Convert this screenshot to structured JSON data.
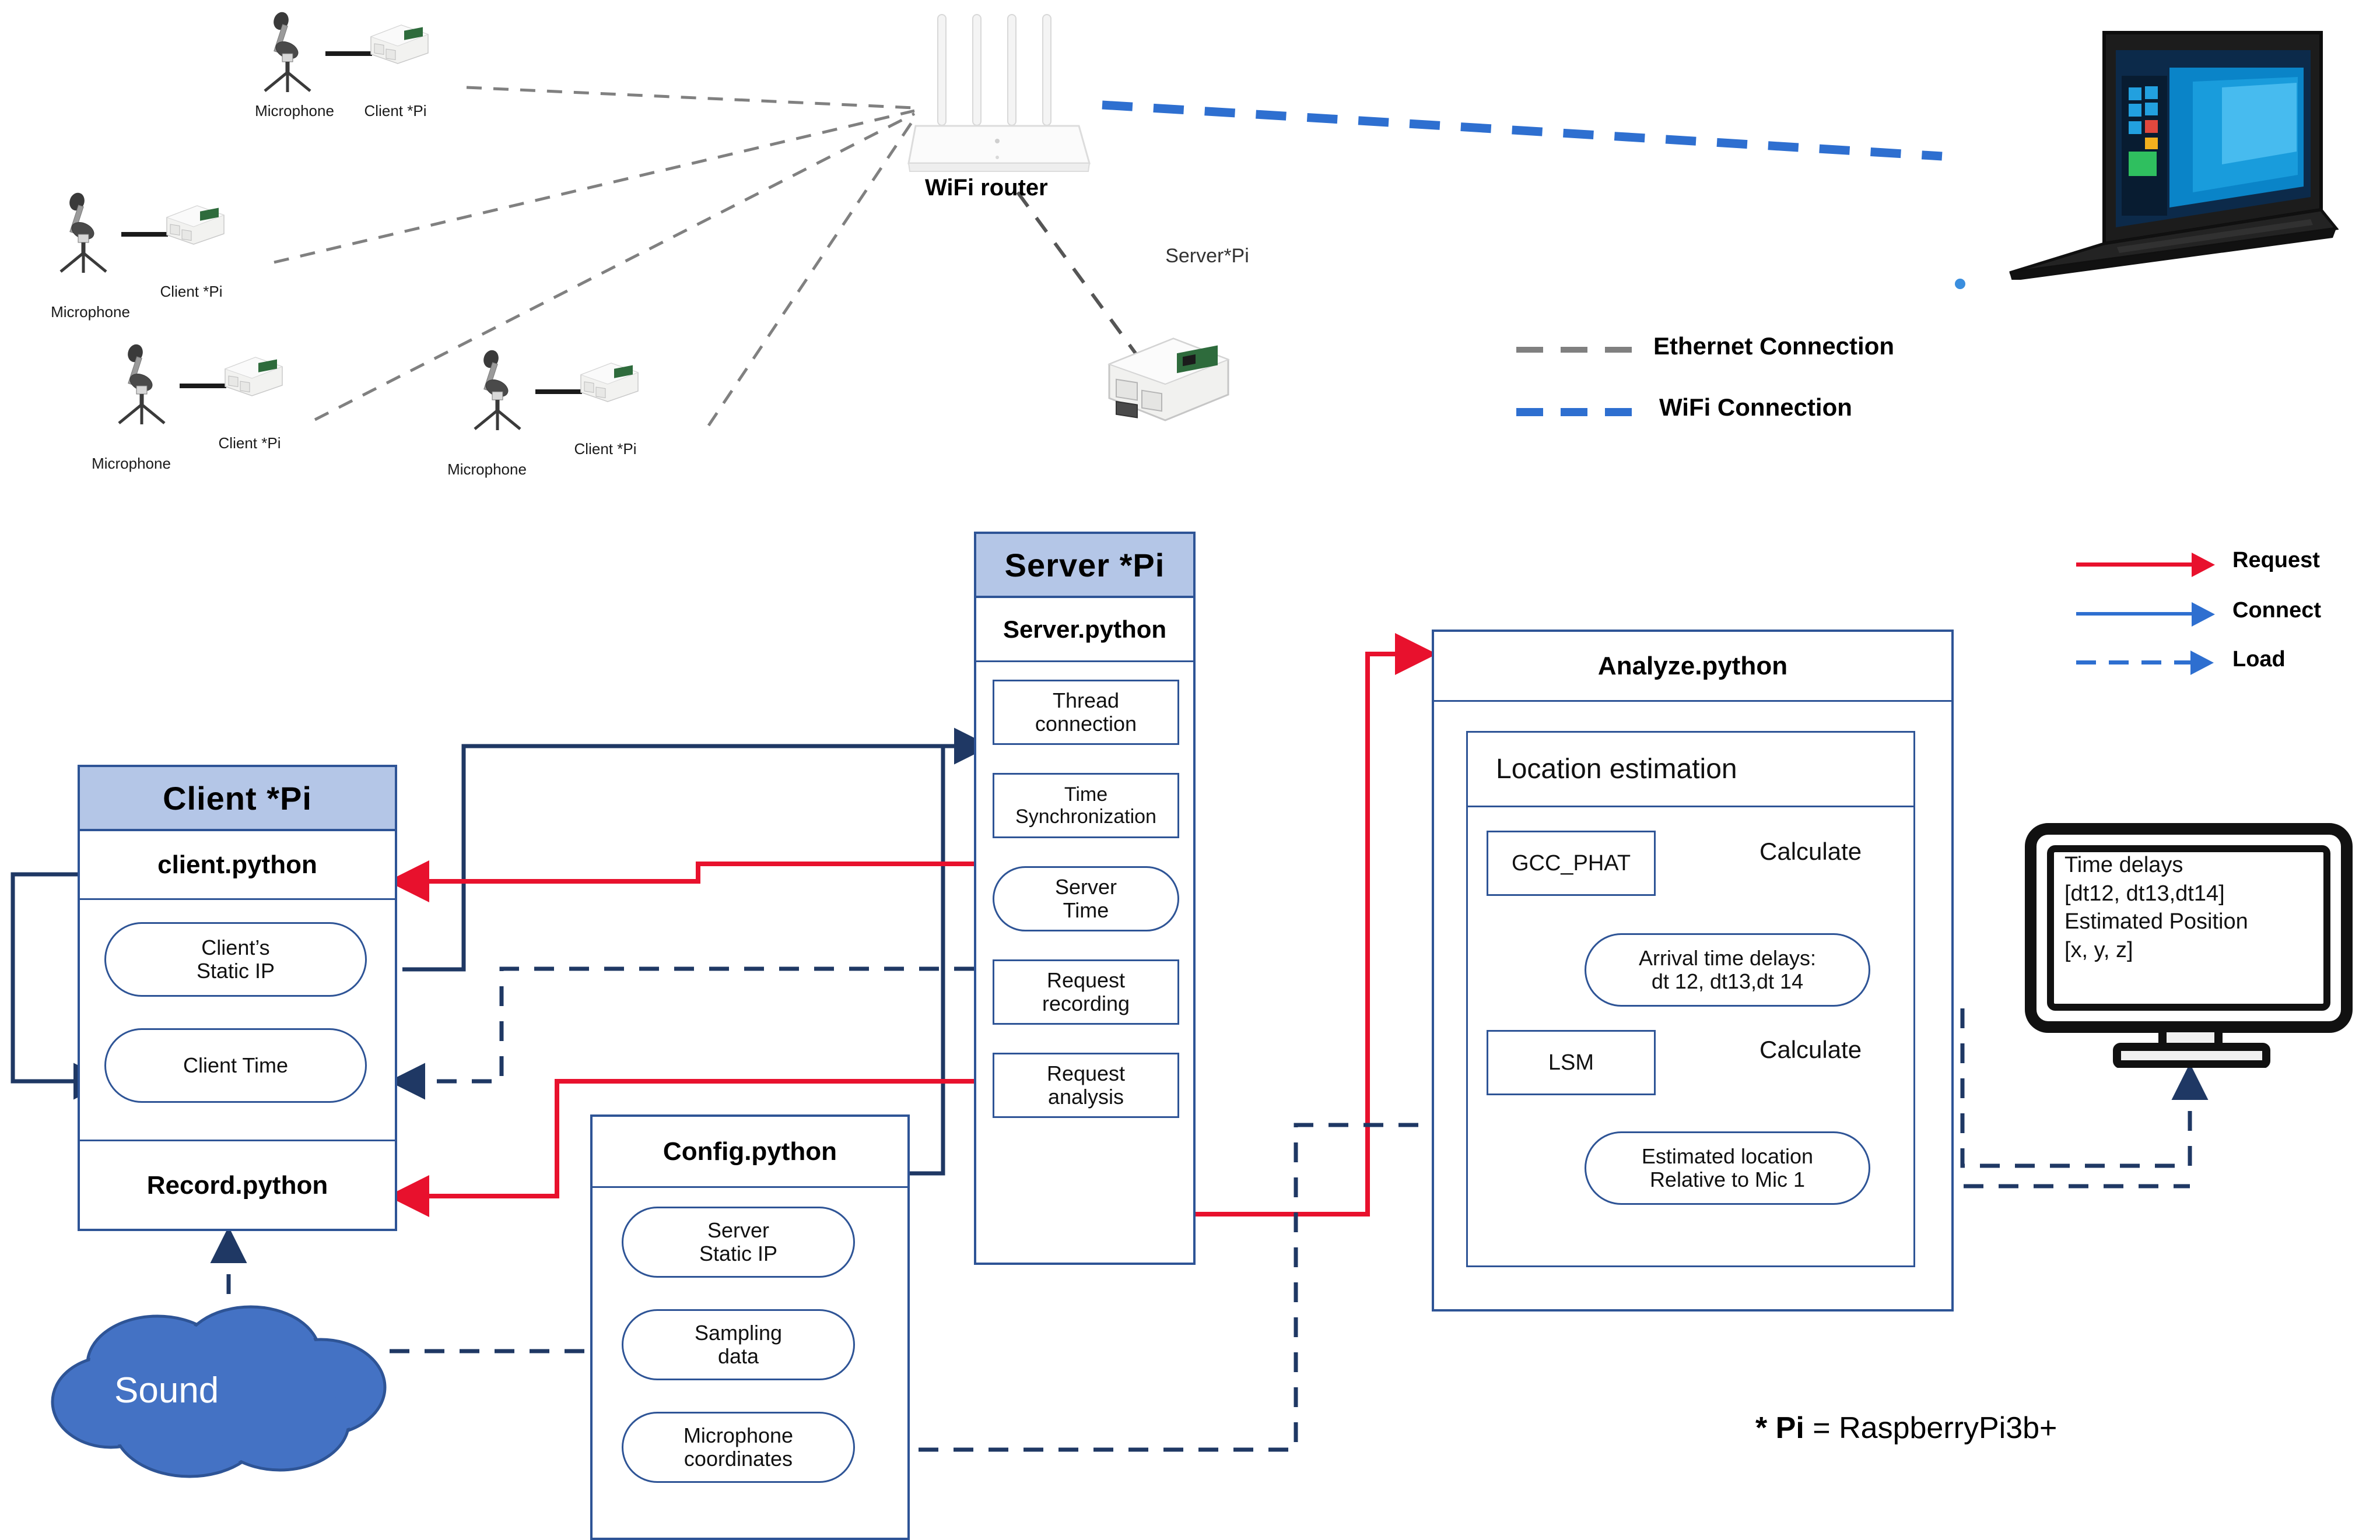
{
  "top_scene": {
    "nodes": [
      {
        "id": "n1",
        "mic_label": "Microphone",
        "pi_label": "Client *Pi"
      },
      {
        "id": "n2",
        "mic_label": "Microphone",
        "pi_label": "Client *Pi"
      },
      {
        "id": "n3",
        "mic_label": "Microphone",
        "pi_label": "Client *Pi"
      },
      {
        "id": "n4",
        "mic_label": "Microphone",
        "pi_label": "Client *Pi"
      }
    ],
    "router_label": "WiFi router",
    "server_label": "Server*Pi",
    "legend": [
      {
        "label": "Ethernet Connection",
        "style": "dashed",
        "color": "#808080"
      },
      {
        "label": "WiFi Connection",
        "style": "dashed",
        "color": "#2E6FD0"
      }
    ]
  },
  "flow_legend": [
    {
      "label": "Request",
      "color": "#E8112D",
      "style": "solid"
    },
    {
      "label": "Connect",
      "color": "#2E6FD0",
      "style": "solid"
    },
    {
      "label": "Load",
      "color": "#2E6FD0",
      "style": "dashed"
    }
  ],
  "client_pi": {
    "title": "Client *Pi",
    "script": "client.python",
    "items": [
      {
        "label": "Client’s\nStatic IP"
      },
      {
        "label": "Client Time"
      }
    ],
    "record_script": "Record.python"
  },
  "server_pi": {
    "title": "Server *Pi",
    "script": "Server.python",
    "items": [
      {
        "label": "Thread\nconnection",
        "shape": "rect"
      },
      {
        "label": "Time\nSynchronization",
        "shape": "rect"
      },
      {
        "label": "Server\nTime",
        "shape": "pill"
      },
      {
        "label": "Request\nrecording",
        "shape": "rect"
      },
      {
        "label": "Request\nanalysis",
        "shape": "rect"
      }
    ]
  },
  "config_python": {
    "title": "Config.python",
    "items": [
      {
        "label": "Server\nStatic IP"
      },
      {
        "label": "Sampling\ndata"
      },
      {
        "label": "Microphone\ncoordinates"
      }
    ]
  },
  "analyze_python": {
    "title": "Analyze.python",
    "section_title": "Location estimation",
    "gcc_phat": "GCC_PHAT",
    "calculate_1": "Calculate",
    "arrival_delays": "Arrival time delays:\ndt 12, dt13,dt 14",
    "lsm": "LSM",
    "calculate_2": "Calculate",
    "estimated_location": "Estimated location\nRelative to Mic 1"
  },
  "monitor": {
    "lines": "Time delays\n[dt12, dt13,dt14]\nEstimated Position\n[x, y, z]"
  },
  "sound_cloud": {
    "label": "Sound"
  },
  "footnote": {
    "star": "* Pi",
    "equals": "=",
    "value": "RaspberryPi3b+"
  },
  "colors": {
    "box_border": "#2E5496",
    "header_fill": "#B4C6E7",
    "request_red": "#E8112D",
    "connect_blue": "#1F3864",
    "wifi_blue": "#2E6FD0",
    "cloud_blue": "#4472C4",
    "ethernet_gray": "#808080"
  }
}
